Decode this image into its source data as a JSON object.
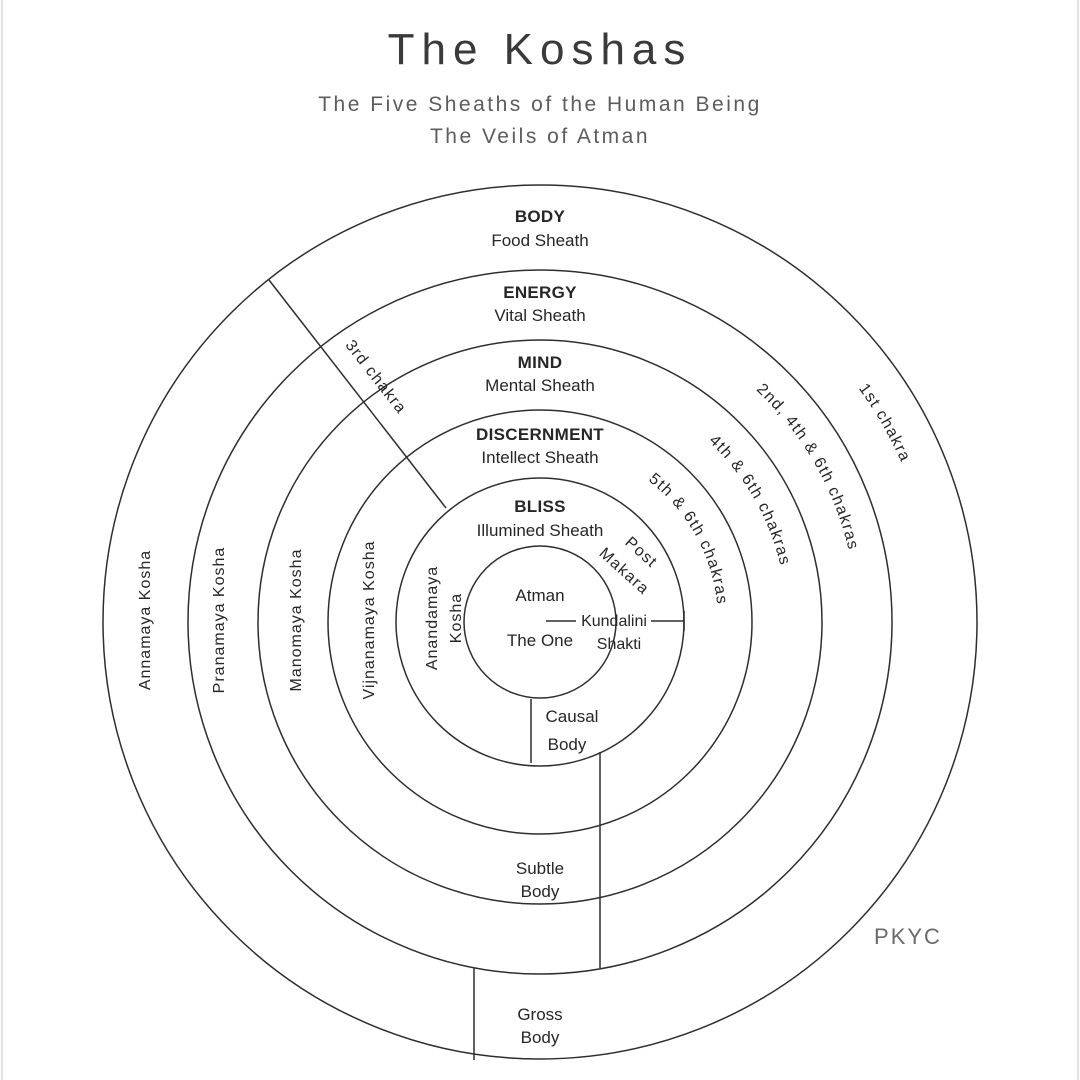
{
  "header": {
    "title": "The Koshas",
    "subtitle_line1": "The Five Sheaths of the Human Being",
    "subtitle_line2": "The Veils of Atman"
  },
  "rings": [
    {
      "title": "BODY",
      "subtitle": "Food Sheath",
      "kosha": "Annamaya Kosha",
      "chakra": "1st chakra"
    },
    {
      "title": "ENERGY",
      "subtitle": "Vital Sheath",
      "kosha": "Pranamaya Kosha",
      "chakra": "2nd, 4th & 6th chakras"
    },
    {
      "title": "MIND",
      "subtitle": "Mental Sheath",
      "kosha": "Manomaya Kosha",
      "chakra": "4th & 6th chakras"
    },
    {
      "title": "DISCERNMENT",
      "subtitle": "Intellect Sheath",
      "kosha": "Vijnanamaya Kosha",
      "chakra": "5th & 6th chakras"
    },
    {
      "title": "BLISS",
      "subtitle": "Illumined Sheath",
      "kosha_line1": "Anandamaya",
      "kosha_line2": "Kosha",
      "chakra_line1": "Post",
      "chakra_line2": "Makara"
    }
  ],
  "center": {
    "line1": "Atman",
    "line2": "The One"
  },
  "kundalini": {
    "line1": "Kundalini",
    "line2": "Shakti"
  },
  "chakra_line_label": "3rd chakra",
  "bodies": {
    "causal_line1": "Causal",
    "causal_line2": "Body",
    "subtle_line1": "Subtle",
    "subtle_line2": "Body",
    "gross_line1": "Gross",
    "gross_line2": "Body"
  },
  "signature": "PKYC",
  "colors": {
    "ink": "#2e2e2e",
    "muted": "#5c5c5c",
    "background": "#ffffff"
  }
}
